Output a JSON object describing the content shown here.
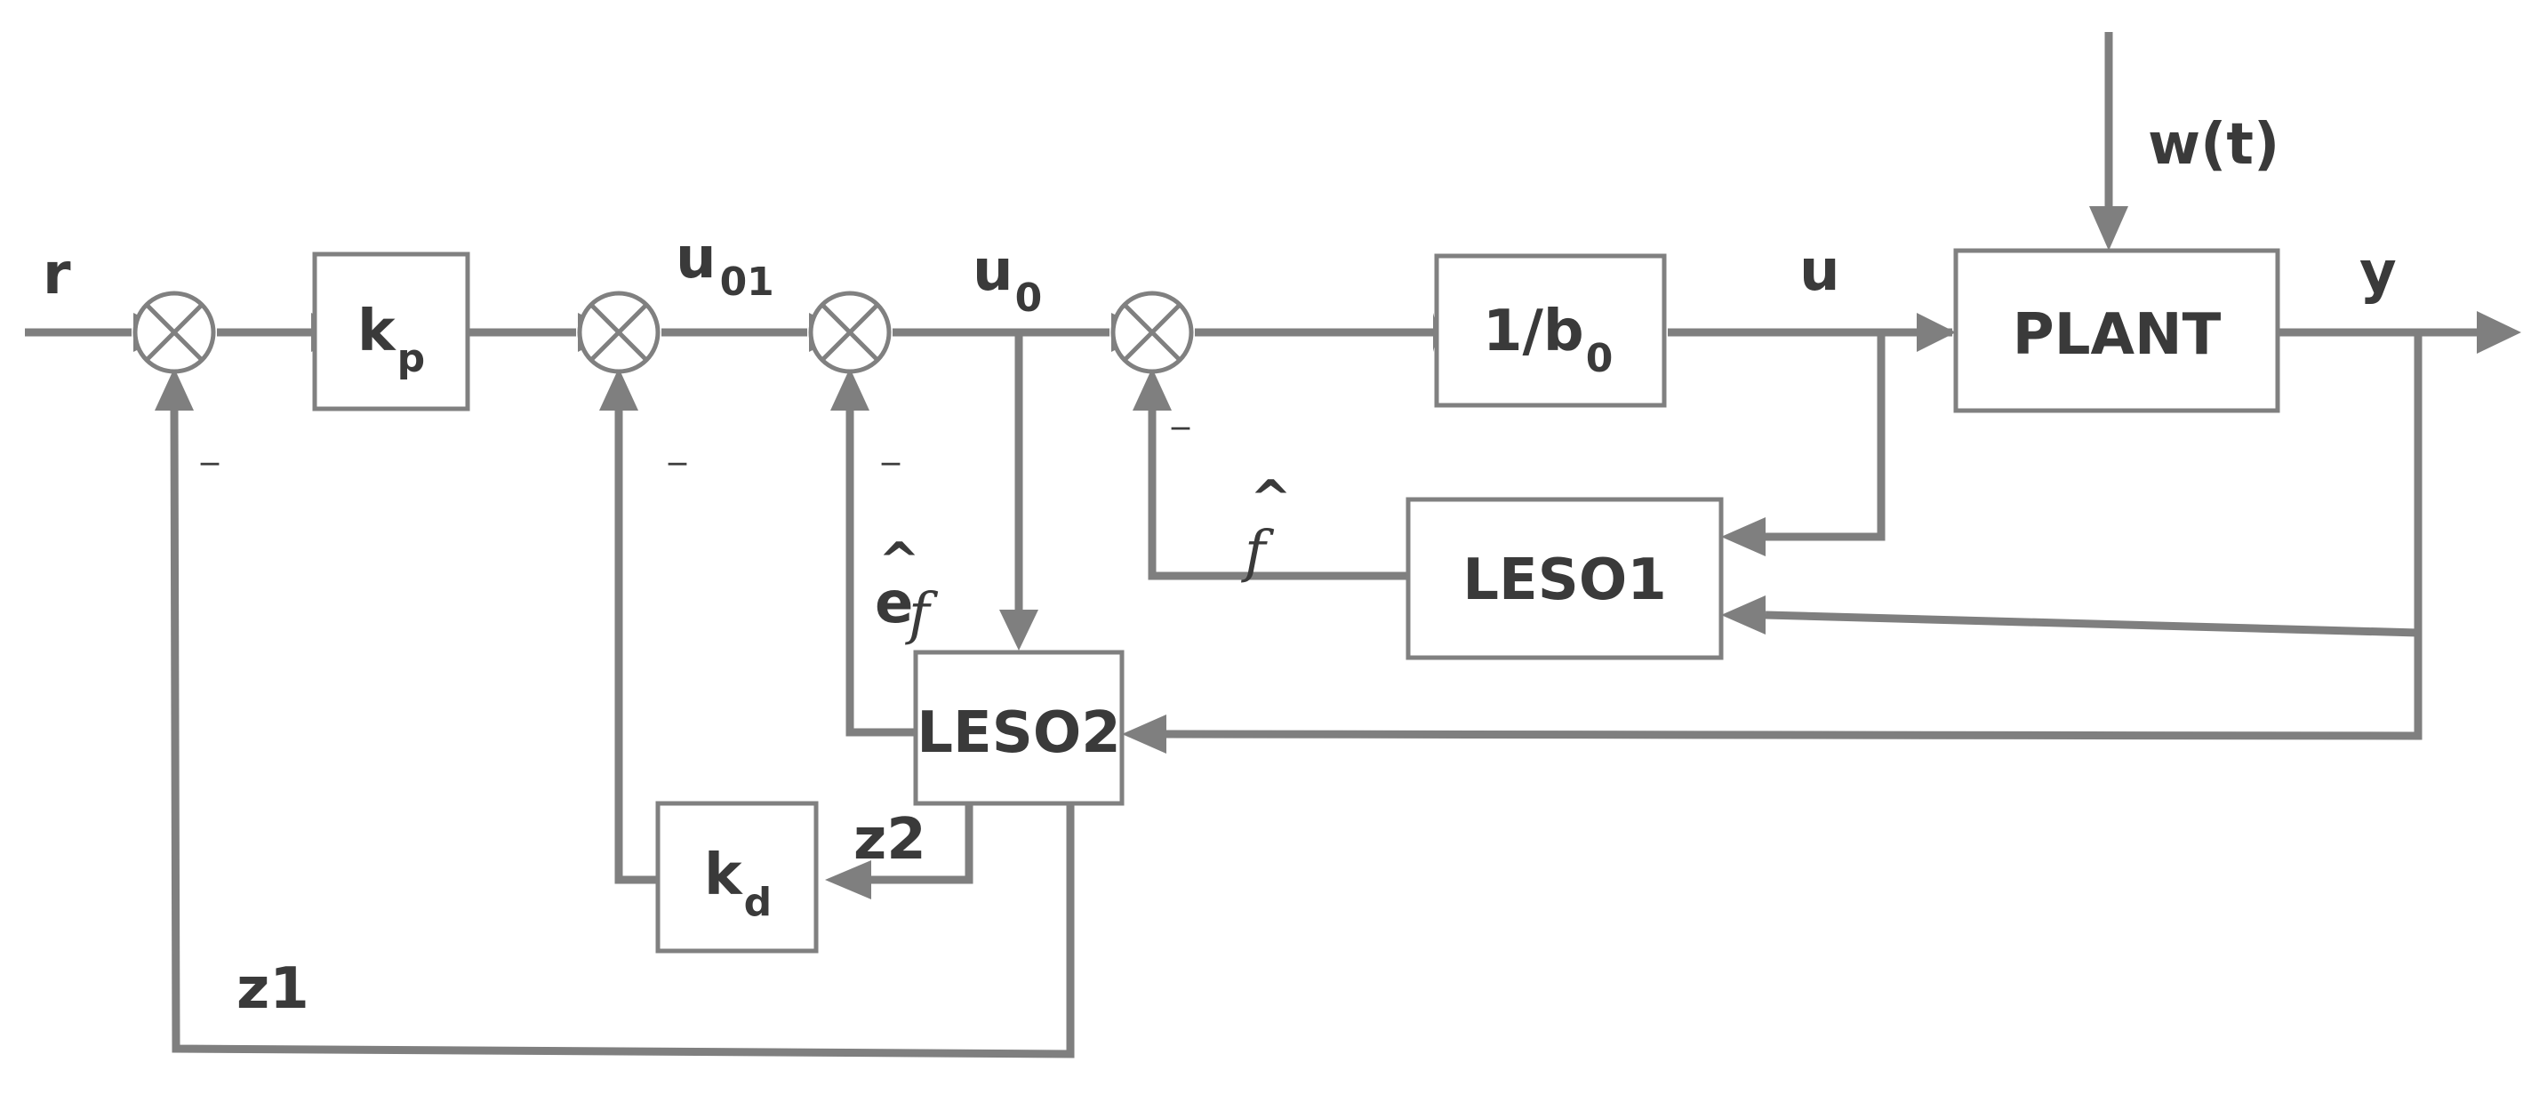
{
  "blocks": {
    "kp": {
      "main": "k",
      "sub": "p"
    },
    "gain_inv": {
      "main": "1/b",
      "sub": "0"
    },
    "plant": "PLANT",
    "leso1": "LESO1",
    "leso2": "LESO2",
    "kd": {
      "main": "k",
      "sub": "d"
    }
  },
  "signals": {
    "r": "r",
    "u01": {
      "main": "u",
      "sub": "01"
    },
    "u0": {
      "main": "u",
      "sub": "0"
    },
    "u": "u",
    "y": "y",
    "w": "w(t)",
    "z1": "z1",
    "z2": "z2",
    "ef": {
      "main": "e",
      "hat": "^",
      "f": "f"
    },
    "fhat": {
      "hat": "^",
      "f": "f"
    }
  },
  "signs": {
    "sum1": "_",
    "sum2": "_",
    "sum3": "_",
    "sum4": "_"
  }
}
